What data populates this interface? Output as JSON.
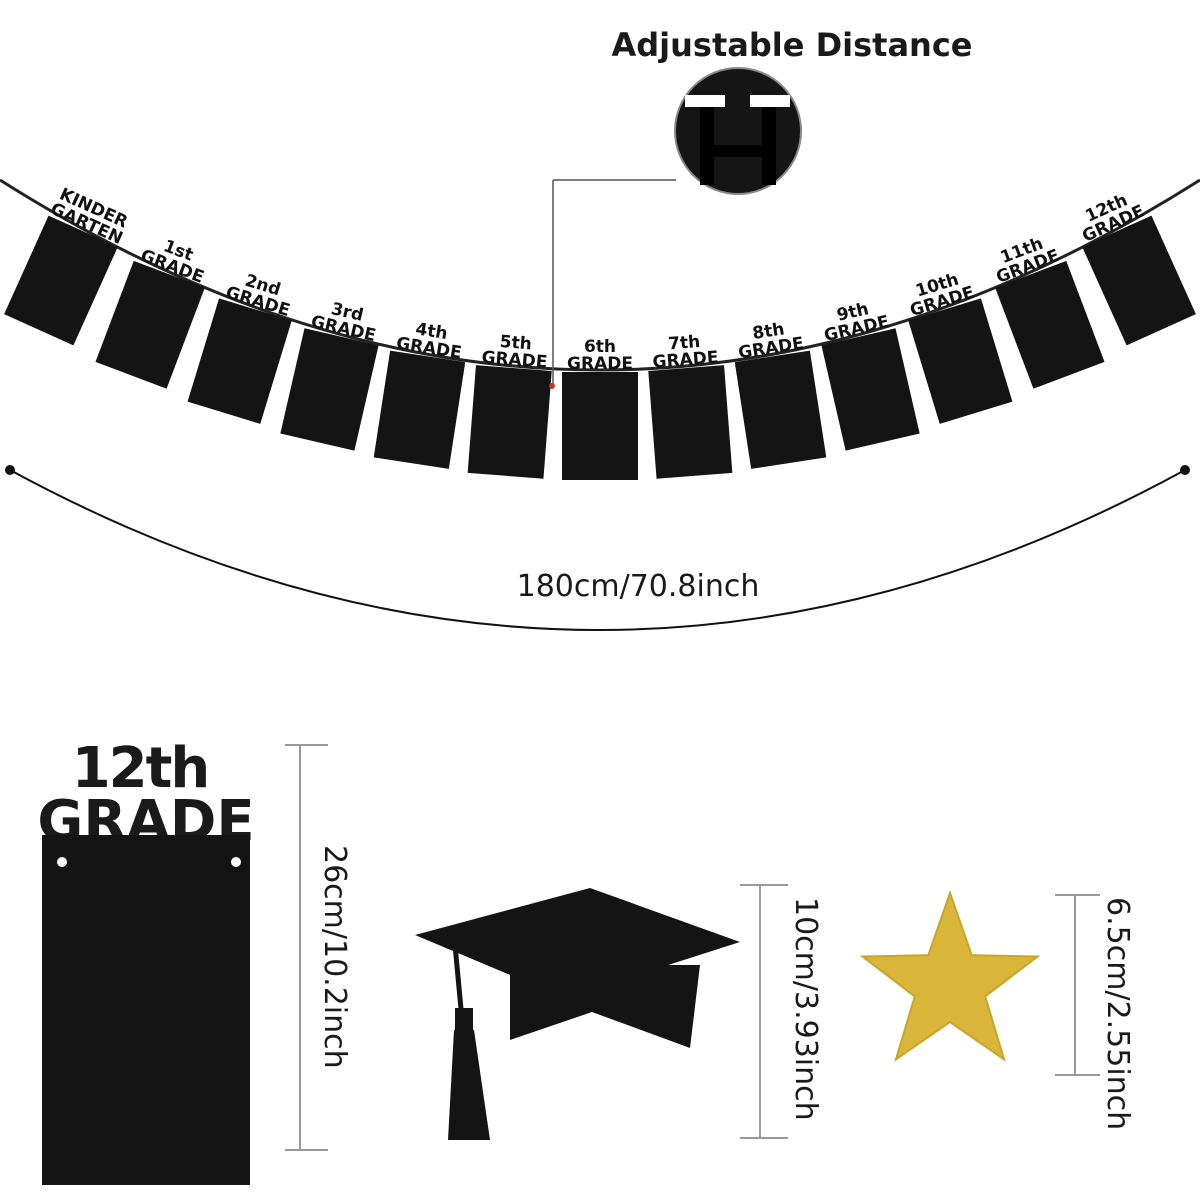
{
  "labels": {
    "adjustable": "Adjustable Distance",
    "length": "180cm/70.8inch",
    "flag_height": "26cm/10.2inch",
    "cap_height": "10cm/3.93inch",
    "star_height": "6.5cm/2.55inch"
  },
  "big_flag": {
    "top": "12th",
    "bottom": "GRADE"
  },
  "flags": [
    {
      "top": "KINDER",
      "bottom": "GARTEN"
    },
    {
      "top": "1st",
      "bottom": "GRADE"
    },
    {
      "top": "2nd",
      "bottom": "GRADE"
    },
    {
      "top": "3rd",
      "bottom": "GRADE"
    },
    {
      "top": "4th",
      "bottom": "GRADE"
    },
    {
      "top": "5th",
      "bottom": "GRADE"
    },
    {
      "top": "6th",
      "bottom": "GRADE"
    },
    {
      "top": "7th",
      "bottom": "GRADE"
    },
    {
      "top": "8th",
      "bottom": "GRADE"
    },
    {
      "top": "9th",
      "bottom": "GRADE"
    },
    {
      "top": "10th",
      "bottom": "GRADE"
    },
    {
      "top": "11th",
      "bottom": "GRADE"
    },
    {
      "top": "12th",
      "bottom": "GRADE"
    }
  ],
  "colors": {
    "flag": "#141414",
    "star": "#d9b53a",
    "line": "#888888"
  }
}
